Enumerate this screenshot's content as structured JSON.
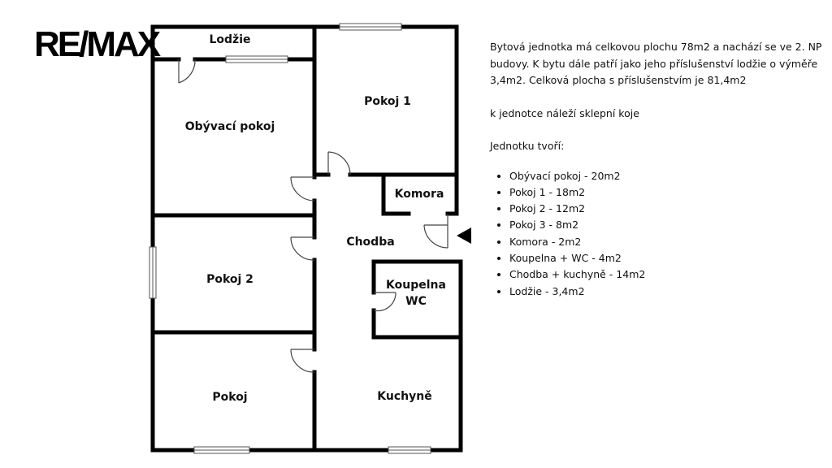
{
  "brand": {
    "logo_text": "RE/MAX"
  },
  "plan": {
    "rooms": {
      "lodzie": "Lodžie",
      "obyvaci": "Obývací pokoj",
      "pokoj1": "Pokoj 1",
      "komora": "Komora",
      "chodba": "Chodba",
      "pokoj2": "Pokoj 2",
      "koupelna_line1": "Koupelna",
      "koupelna_line2": "WC",
      "pokoj": "Pokoj",
      "kuchyne": "Kuchyně"
    }
  },
  "info": {
    "paragraph1": "Bytová jednotka má celkovou plochu 78m2 a nachází se ve 2. NP budovy. K bytu dále patří jako jeho příslušenství lodžie o výměře 3,4m2. Celková plocha s příslušenstvím je 81,4m2",
    "paragraph2": "k jednotce náleží sklepní koje",
    "list_title": "Jednotku tvoří:",
    "items": [
      "Obývací pokoj - 20m2",
      "Pokoj 1 - 18m2",
      "Pokoj 2 - 12m2",
      "Pokoj 3 - 8m2",
      "Komora - 2m2",
      "Koupelna + WC - 4m2",
      "Chodba + kuchyně - 14m2",
      "Lodžie - 3,4m2"
    ]
  }
}
